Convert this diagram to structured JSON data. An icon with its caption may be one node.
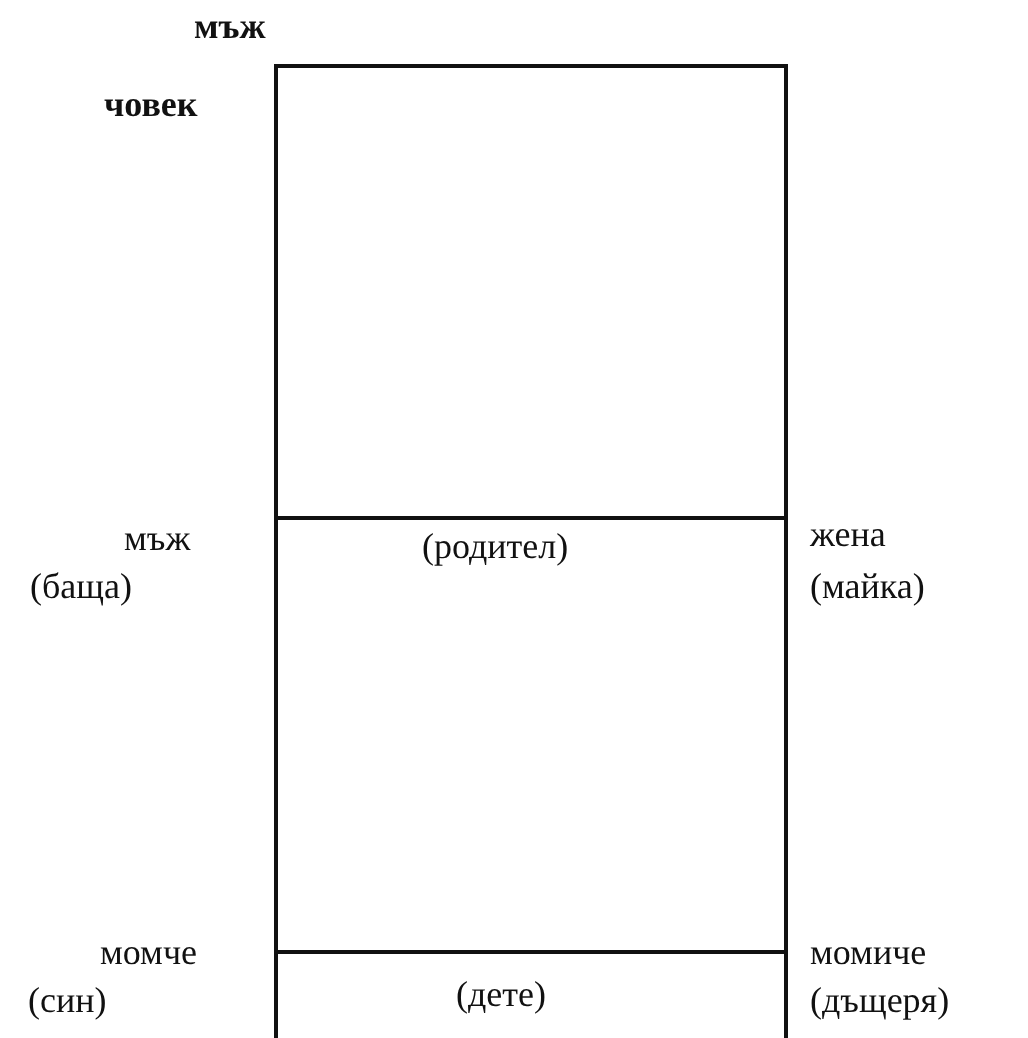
{
  "diagram": {
    "labels": [
      "мъж",
      "човек",
      "мъж",
      "(родител)",
      "жена",
      "(баща)",
      "(майка)",
      "момче",
      "момиче",
      "(син)",
      "(дете)",
      "(дъщеря)"
    ]
  }
}
